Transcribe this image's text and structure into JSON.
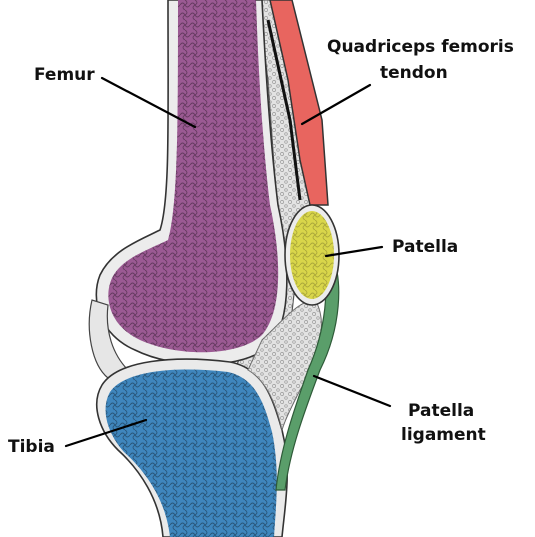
{
  "labels": {
    "femur": "Femur",
    "quadriceps_line1": "Quadriceps femoris",
    "quadriceps_line2": "tendon",
    "patella": "Patella",
    "patella_ligament_line1": "Patella",
    "patella_ligament_line2": "ligament",
    "tibia": "Tibia"
  },
  "colors": {
    "femur": "#9b5a93",
    "tibia": "#3f86bd",
    "patella": "#d9d64a",
    "quadriceps_tendon": "#e8655f",
    "patella_ligament": "#5a9e6a",
    "cartilage": "#d9d9d9",
    "fat_pad": "#e2e2e2",
    "outline": "#2a2a2a",
    "text": "#111111"
  }
}
